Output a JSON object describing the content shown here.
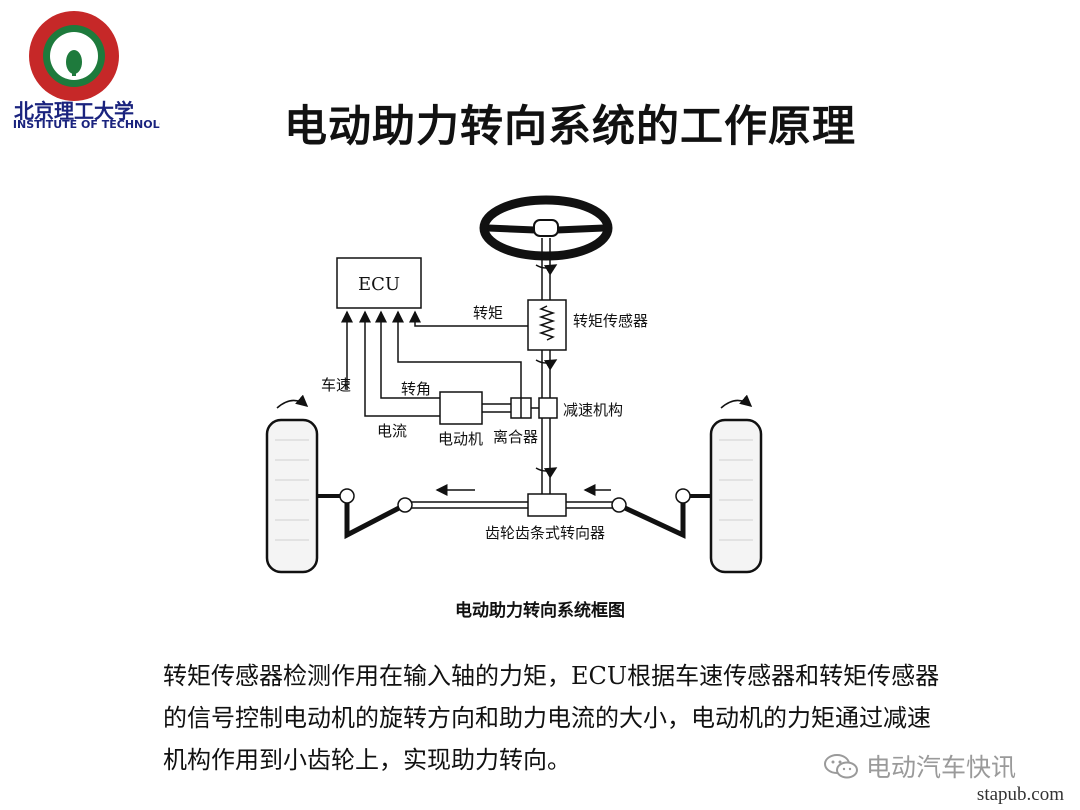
{
  "header": {
    "title": "电动助力转向系统的工作原理",
    "logo_name_cn": "北京理工大学",
    "logo_name_en": "BEIJING INSTITUTE OF TECHNOLOGY"
  },
  "diagram": {
    "labels": {
      "ecu": "ECU",
      "torque": "转矩",
      "torque_sensor": "转矩传感器",
      "vehicle_speed": "车速",
      "steering_angle": "转角",
      "current": "电流",
      "motor": "电动机",
      "clutch": "离合器",
      "reducer": "减速机构",
      "rack_pinion": "齿轮齿条式转向器"
    },
    "caption": "电动助力转向系统框图"
  },
  "body": {
    "paragraph": "转矩传感器检测作用在输入轴的力矩，ECU根据车速传感器和转矩传感器的信号控制电动机的旋转方向和助力电流的大小，电动机的力矩通过减速机构作用到小齿轮上，实现助力转向。"
  },
  "watermark": {
    "text": "电动汽车快讯",
    "site": "stapub.com"
  },
  "colors": {
    "logo_red": "#c62828",
    "logo_green": "#1e7a3c",
    "watermark_gray": "#9a9a9a"
  }
}
